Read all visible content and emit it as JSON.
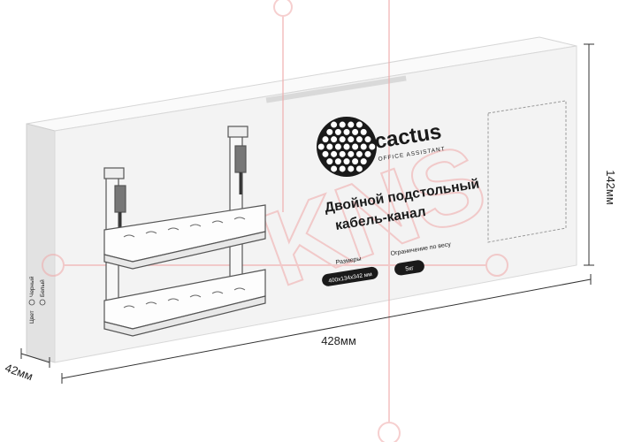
{
  "brand": {
    "name": "cactus",
    "tagline": "OFFICE ASSISTANT"
  },
  "product": {
    "title_line1": "Двойной подстольный",
    "title_line2": "кабель-канал"
  },
  "specs": {
    "size_label": "Размеры",
    "size_value": "400x134x342 мм",
    "weight_label": "Ограничение по весу",
    "weight_value": "5кг"
  },
  "side": {
    "color_label": "Цвет",
    "option_black": "Черный",
    "option_white": "Белый"
  },
  "dimensions": {
    "width": "428мм",
    "height": "142мм",
    "depth": "42мм"
  },
  "watermark": "KNS",
  "colors": {
    "box_front": "#f3f3f3",
    "box_side": "#e2e2e2",
    "box_top": "#fafafa",
    "watermark": "#f3c9c9",
    "badge": "#1a1a1a"
  }
}
